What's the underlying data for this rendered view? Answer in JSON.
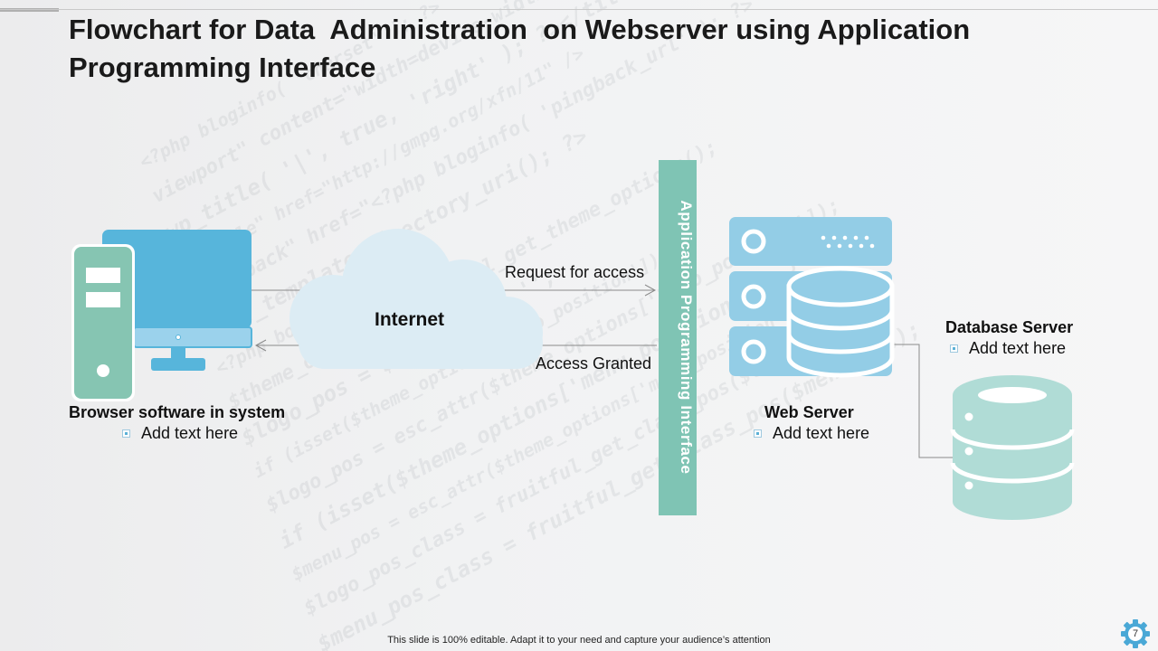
{
  "slide": {
    "title": "Flowchart for Data  Administration  on Webserver using Application Programming Interface",
    "footer": "This slide is 100% editable. Adapt it to your need and capture your audience’s attention",
    "page_number": "7"
  },
  "diagram": {
    "api_bar_label": "Application  Programming Interface",
    "cloud_label": "Internet",
    "arrows": {
      "request": "Request for access",
      "granted": "Access Granted"
    },
    "browser": {
      "title": "Browser software in system",
      "text": "Add text here"
    },
    "web_server": {
      "title": "Web Server",
      "text": "Add text here"
    },
    "database_server": {
      "title": "Database Server",
      "text": "Add text here"
    }
  },
  "background_code": [
    "<?php bloginfo( 'charset' ); ?>",
    "viewport\" content=\"width=device-width",
    "wp_title( '|', true, 'right' ); ?></title>",
    "\"profile\" href=\"http://gmpg.org/xfn/11\" />",
    "\"pingback\" href=\"<?php bloginfo( 'pingback_url' ); ?>\"",
    "_get_template_directory_uri(); ?>",
    "<?php body_class(); ?>",
    "$theme_options = fruitful_get_theme_options();",
    "$logo_pos = $menu_pos = '';",
    "if (isset($theme_options['logo_position'])) {",
    "$logo_pos = esc_attr($theme_options['logo_position']);",
    "if (isset($theme_options['menu_position'])) {",
    "$menu_pos = esc_attr($theme_options['menu_position']);",
    "$logo_pos_class = fruitful_get_class_pos($logo_pos);",
    "$menu_pos_class = fruitful_get_class_pos($menu_pos);"
  ],
  "colors": {
    "monitor": "#57b5db",
    "tower": "#86c5b2",
    "cloud": "#dcecf4",
    "api_bar": "#7fc4b4",
    "server": "#93cde6",
    "database": "#b0dcd6",
    "gear": "#4aa8d6"
  }
}
